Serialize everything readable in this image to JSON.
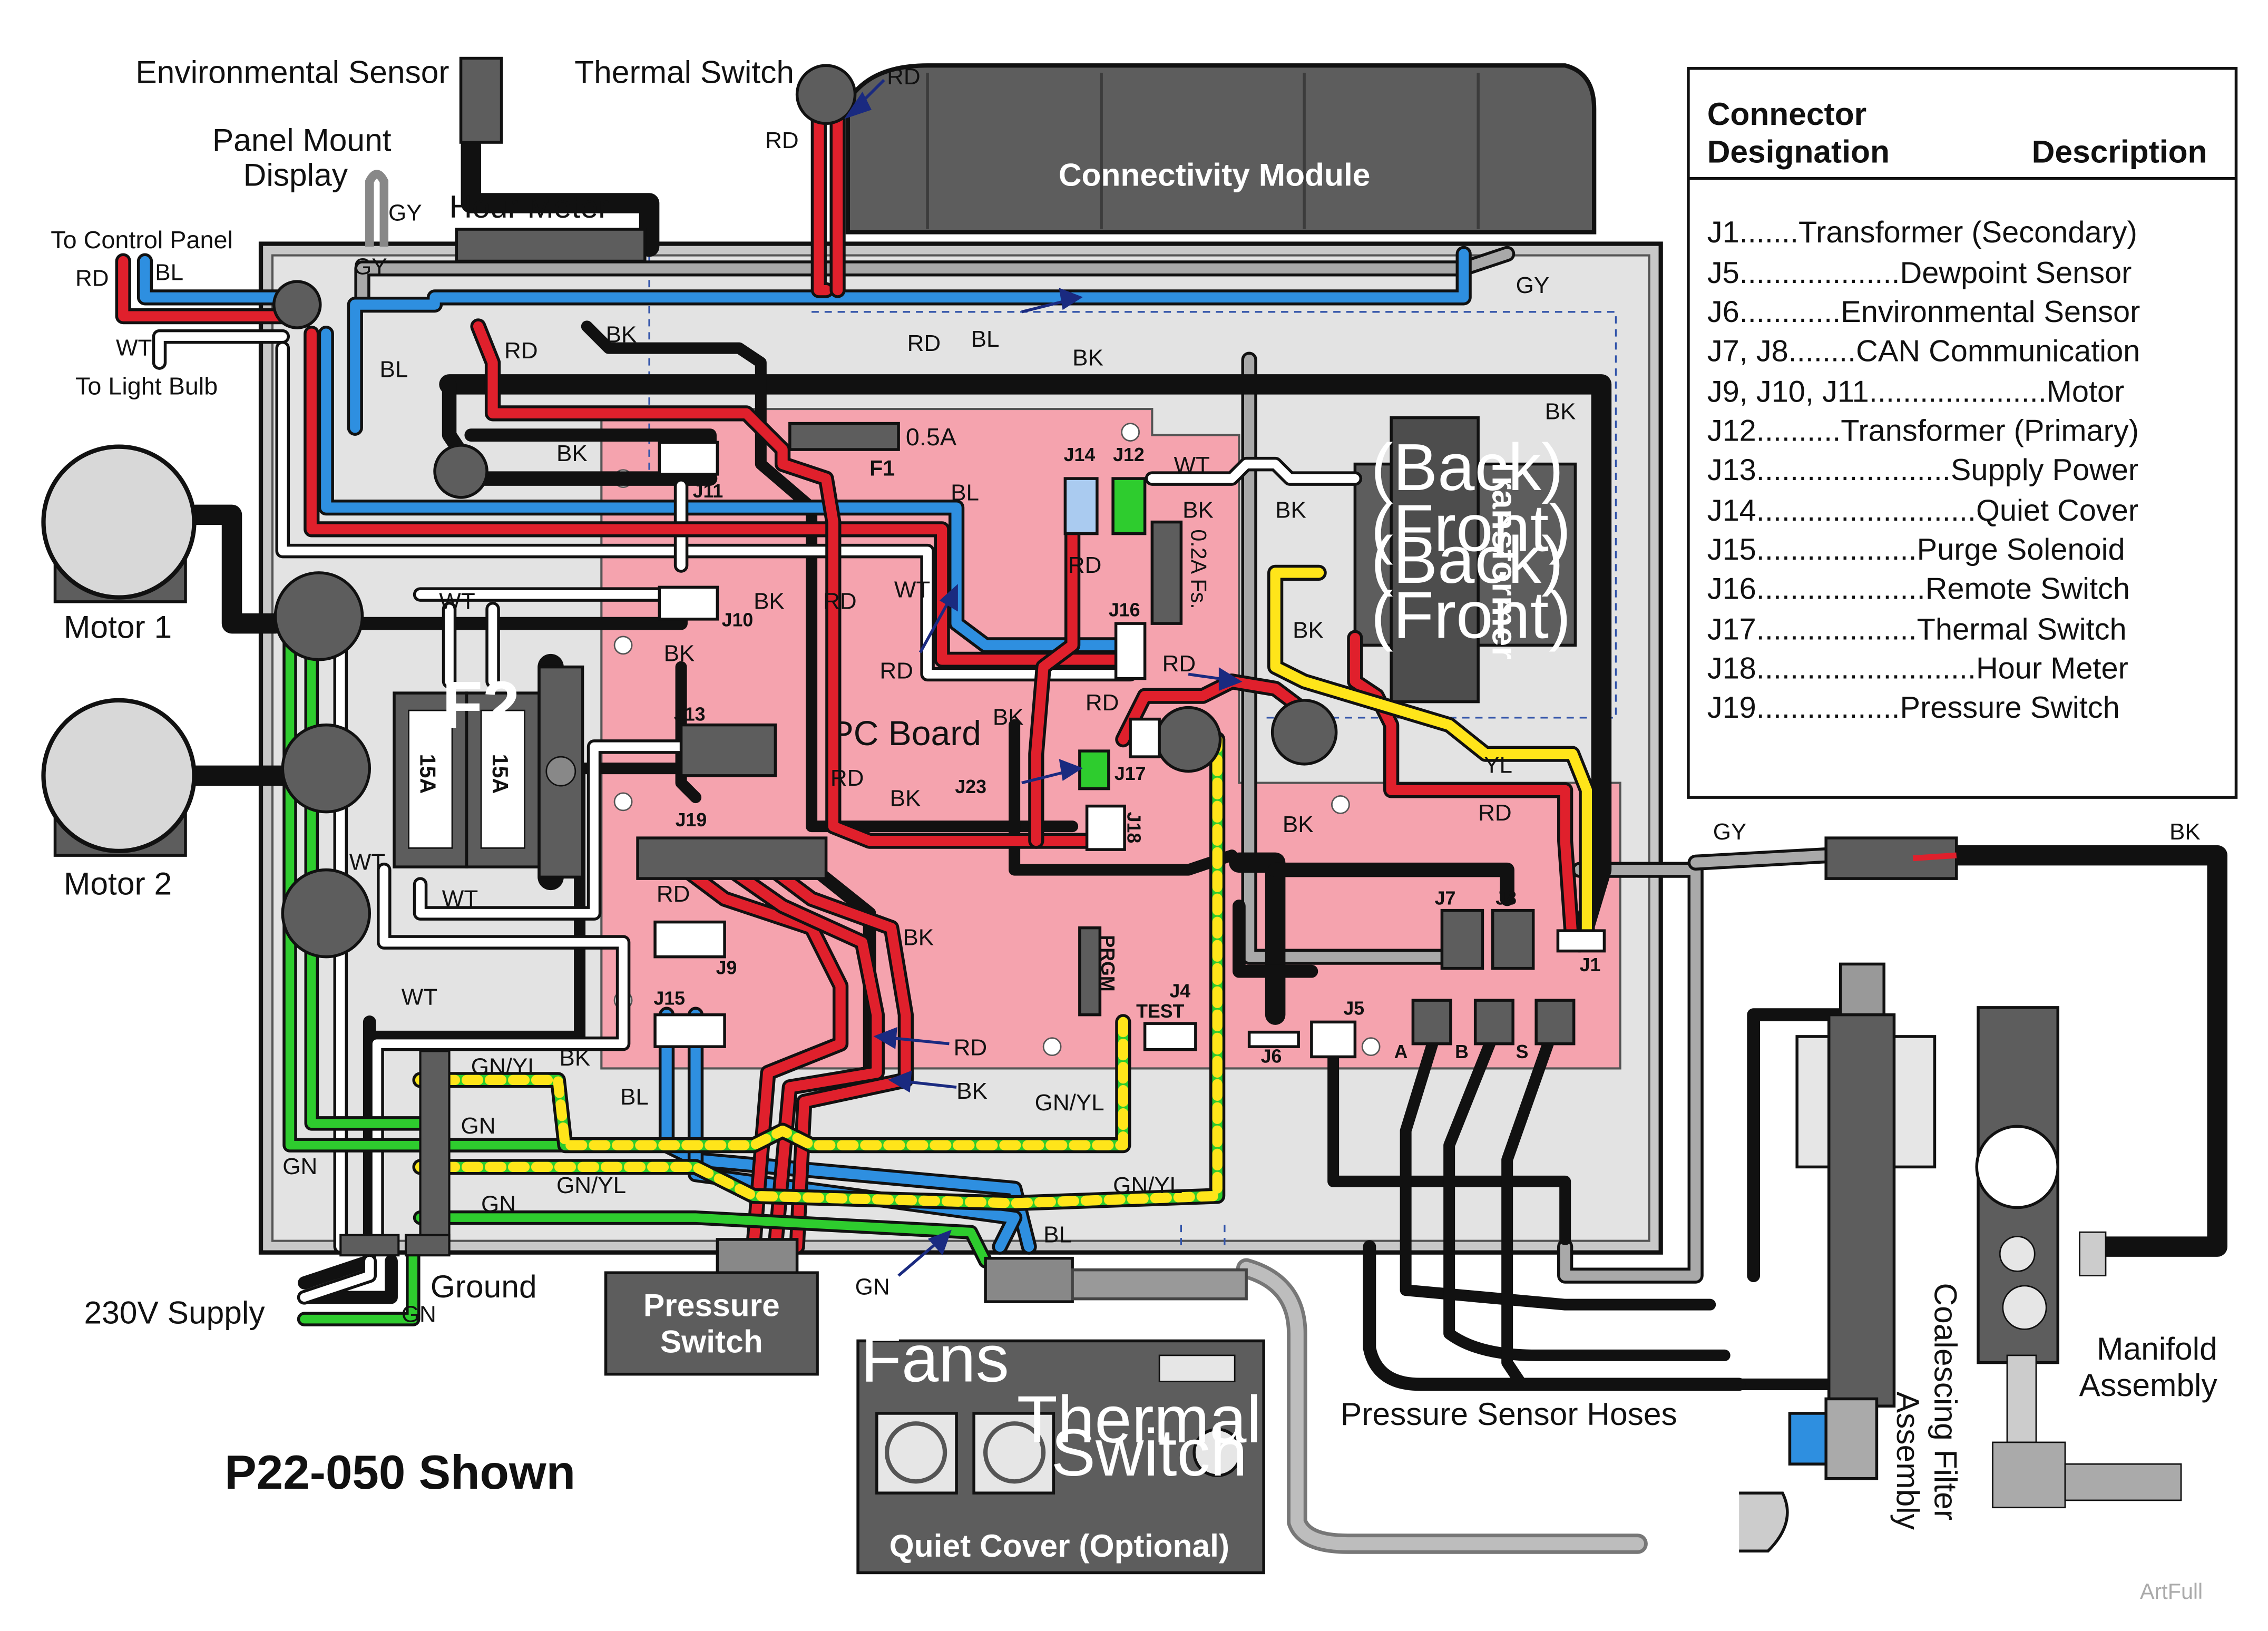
{
  "components": {
    "environmental_sensor": "Environmental Sensor",
    "thermal_switch_top": "Thermal Switch",
    "panel_mount_display_line1": "Panel Mount",
    "panel_mount_display_line2": "Display",
    "hour_meter": "Hour Meter",
    "connectivity_module": "Connectivity Module",
    "to_control_panel": "To Control Panel",
    "to_light_bulb": "To Light Bulb",
    "motor_1": "Motor 1",
    "motor_2": "Motor 2",
    "f1_rating": "0.5A",
    "f1": "F1",
    "f2": "F2",
    "fuse_15a_left": "15A",
    "fuse_15a_right": "15A",
    "fuse_02a": "0.2A Fs.",
    "pc_board": "PC Board",
    "transformer": "Transformer",
    "transformer_back_1": "(Back)",
    "transformer_front_1": "(Front)",
    "transformer_back_2": "(Back)",
    "transformer_front_2": "(Front)",
    "prgm": "PRGM",
    "test": "TEST",
    "port_a": "A",
    "port_b": "B",
    "port_s": "S",
    "ground": "Ground",
    "supply_230v": "230V Supply",
    "pressure_switch_line1": "Pressure",
    "pressure_switch_line2": "Switch",
    "fans": "Fans",
    "quiet_cover_thermal_line1": "Thermal",
    "quiet_cover_thermal_line2": "Switch",
    "quiet_cover": "Quiet Cover (Optional)",
    "pressure_sensor_hoses": "Pressure Sensor Hoses",
    "coalescing_line1": "Coalescing Filter",
    "coalescing_line2": "Assembly",
    "manifold_line1": "Manifold",
    "manifold_line2": "Assembly",
    "model_shown": "P22-050 Shown",
    "watermark": "ArtFull"
  },
  "connectors": {
    "j1": "J1",
    "j4": "J4",
    "j5": "J5",
    "j6": "J6",
    "j7": "J7",
    "j8": "J8",
    "j9": "J9",
    "j10": "J10",
    "j11": "J11",
    "j12": "J12",
    "j13": "J13",
    "j14": "J14",
    "j15": "J15",
    "j16": "J16",
    "j17": "J17",
    "j18": "J18",
    "j19": "J19",
    "j23": "J23"
  },
  "wire_labels": {
    "rd": "RD",
    "bl": "BL",
    "bk": "BK",
    "wt": "WT",
    "gy": "GY",
    "gn": "GN",
    "yl": "YL",
    "gnyl": "GN/YL"
  },
  "wire_colors": {
    "red": "#e0202c",
    "blue": "#2e8fe0",
    "black": "#111111",
    "white": "#ffffff",
    "gray": "#a9a9a9",
    "green": "#2ecc2e",
    "yellow": "#ffe51a",
    "board": "#f5a3ae",
    "enclosure": "#e3e3e3",
    "dark_box": "#5d5d5d"
  },
  "legend": {
    "header_left_line1": "Connector",
    "header_left_line2": "Designation",
    "header_right": "Description",
    "rows": [
      "J1.......Transformer (Secondary)",
      "J5...................Dewpoint Sensor",
      "J6............Environmental Sensor",
      "J7, J8........CAN Communication",
      "J9, J10, J11.....................Motor",
      "J12..........Transformer (Primary)",
      "J13.......................Supply Power",
      "J14..........................Quiet Cover",
      "J15...................Purge Solenoid",
      "J16....................Remote Switch",
      "J17...................Thermal Switch",
      "J18..........................Hour Meter",
      "J19.................Pressure Switch"
    ]
  }
}
